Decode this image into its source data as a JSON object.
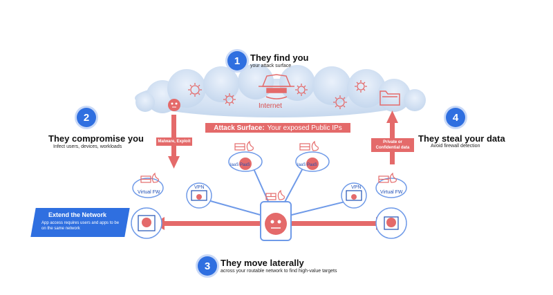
{
  "steps": [
    {
      "number": "1",
      "title": "They find you",
      "subtitle": "your attack surface"
    },
    {
      "number": "2",
      "title": "They compromise you",
      "subtitle": "Infect users, devices, workloads"
    },
    {
      "number": "3",
      "title": "They move laterally",
      "subtitle": "across your routable network to find high-value targets"
    },
    {
      "number": "4",
      "title": "They steal your data",
      "subtitle": "Avoid firewall detection"
    }
  ],
  "internet_label": "Internet",
  "attack_surface": {
    "bold": "Attack Surface:",
    "rest": "Your exposed Public IPs"
  },
  "arrow_labels": {
    "malware": "Malware, Exploit",
    "data": "Private or Confidential data"
  },
  "nodes": {
    "vpn_left": "VPN",
    "vpn_right": "VPN",
    "fw_left": "Virtual FW",
    "fw_right": "Virtual FW",
    "saas_left": "IaaS    PaaS",
    "saas_right": "IaaS    PaaS"
  },
  "extend": {
    "title": "Extend the Network",
    "subtitle": "App access requires users and apps to be on the same network"
  },
  "colors": {
    "accent_blue": "#2f6fe0",
    "threat_red": "#e46a6a",
    "line_blue": "#6f9ae8"
  }
}
